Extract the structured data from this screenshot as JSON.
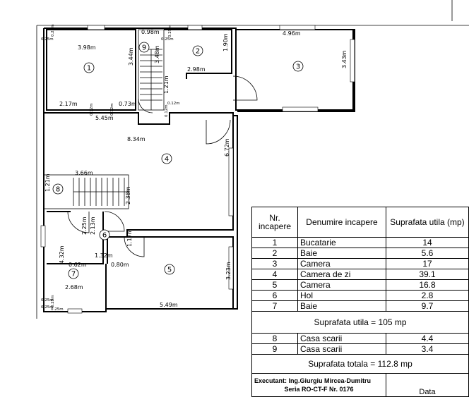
{
  "rooms": [
    {
      "nr": "1",
      "name": "Bucatarie",
      "area": "14"
    },
    {
      "nr": "2",
      "name": "Baie",
      "area": "5.6"
    },
    {
      "nr": "3",
      "name": "Camera",
      "area": "17"
    },
    {
      "nr": "4",
      "name": "Camera de zi",
      "area": "39.1"
    },
    {
      "nr": "5",
      "name": "Camera",
      "area": "16.8"
    },
    {
      "nr": "6",
      "name": "Hol",
      "area": "2.8"
    },
    {
      "nr": "7",
      "name": "Baie",
      "area": "9.7"
    }
  ],
  "stairs": [
    {
      "nr": "8",
      "name": "Casa scarii",
      "area": "4.4"
    },
    {
      "nr": "9",
      "name": "Casa scarii",
      "area": "3.4"
    }
  ],
  "legend": {
    "col_nr": "Nr. incapere",
    "col_name": "Denumire incapere",
    "col_area": "Suprafata utila (mp)",
    "useful_total": "Suprafata utila = 105 mp",
    "grand_total": "Suprafata totala = 112.8 mp",
    "executant": "Executant: Ing.Giurgiu Mircea-Dumitru",
    "series": "Seria RO-CT-F Nr. 0176",
    "date_label": "Data"
  },
  "plan": {
    "dims": [
      "3.98m",
      "3.44m",
      "2.17m",
      "0.73m",
      "5.45m",
      "0.98m",
      "3.48m",
      "1.21m",
      "2.98m",
      "1.90m",
      "4.96m",
      "3.43m",
      "8.34m",
      "6.72m",
      "3.66m",
      "1.21m",
      "2.38m",
      "2.25m",
      "2.13m",
      "1.32m",
      "1.17m",
      "4.32m",
      "2.68m",
      "0.62m",
      "0.80m",
      "5.49m",
      "3.23m"
    ],
    "small_dims": [
      "0.25m",
      "0.25m",
      "0.25m",
      "0.25m",
      "0.12m",
      "0.12m",
      "0.12m",
      "0.12m",
      "0.25m",
      "0.25m",
      "0.25m",
      "0.25m"
    ],
    "room_numbers": [
      "1",
      "2",
      "3",
      "4",
      "5",
      "6",
      "7",
      "8",
      "9"
    ]
  }
}
